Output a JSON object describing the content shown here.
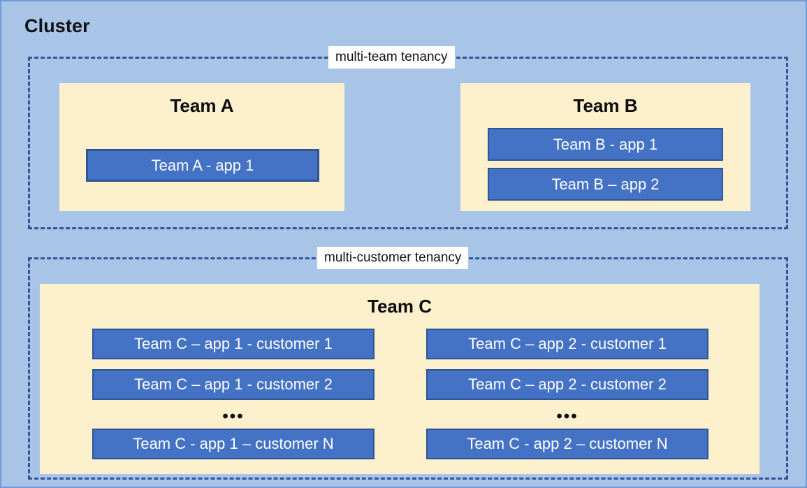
{
  "diagram": {
    "title": "Cluster",
    "background_color": "#a8c5e8",
    "border_color": "#6e9bd4",
    "panel_color": "#fdf0cd",
    "app_box_color": "#4472c4",
    "app_box_border_color": "#2f5597",
    "dashed_border_color": "#2f5597",
    "label_background_color": "#ffffff",
    "text_color": "#111111",
    "app_text_color": "#ffffff"
  },
  "regions": [
    {
      "id": "multi-team",
      "label": "multi-team tenancy",
      "teams": [
        {
          "id": "team-a",
          "title": "Team A",
          "apps": [
            {
              "id": "app-a1",
              "label": "Team A - app 1"
            }
          ]
        },
        {
          "id": "team-b",
          "title": "Team B",
          "apps": [
            {
              "id": "app-b1",
              "label": "Team B - app 1"
            },
            {
              "id": "app-b2",
              "label": "Team B – app 2"
            }
          ]
        }
      ]
    },
    {
      "id": "multi-customer",
      "label": "multi-customer tenancy",
      "teams": [
        {
          "id": "team-c",
          "title": "Team C",
          "columns": [
            {
              "id": "team-c-app-1",
              "ellipsis": "•••",
              "apps": [
                {
                  "id": "app-c1-cust1",
                  "label": "Team C – app 1 - customer 1"
                },
                {
                  "id": "app-c1-cust2",
                  "label": "Team C – app 1 - customer 2"
                },
                {
                  "id": "app-c1-custN",
                  "label": "Team C - app 1 – customer N"
                }
              ]
            },
            {
              "id": "team-c-app-2",
              "ellipsis": "•••",
              "apps": [
                {
                  "id": "app-c2-cust1",
                  "label": "Team C – app 2 - customer 1"
                },
                {
                  "id": "app-c2-cust2",
                  "label": "Team C – app 2 - customer 2"
                },
                {
                  "id": "app-c2-custN",
                  "label": "Team C - app 2 – customer N"
                }
              ]
            }
          ]
        }
      ]
    }
  ]
}
